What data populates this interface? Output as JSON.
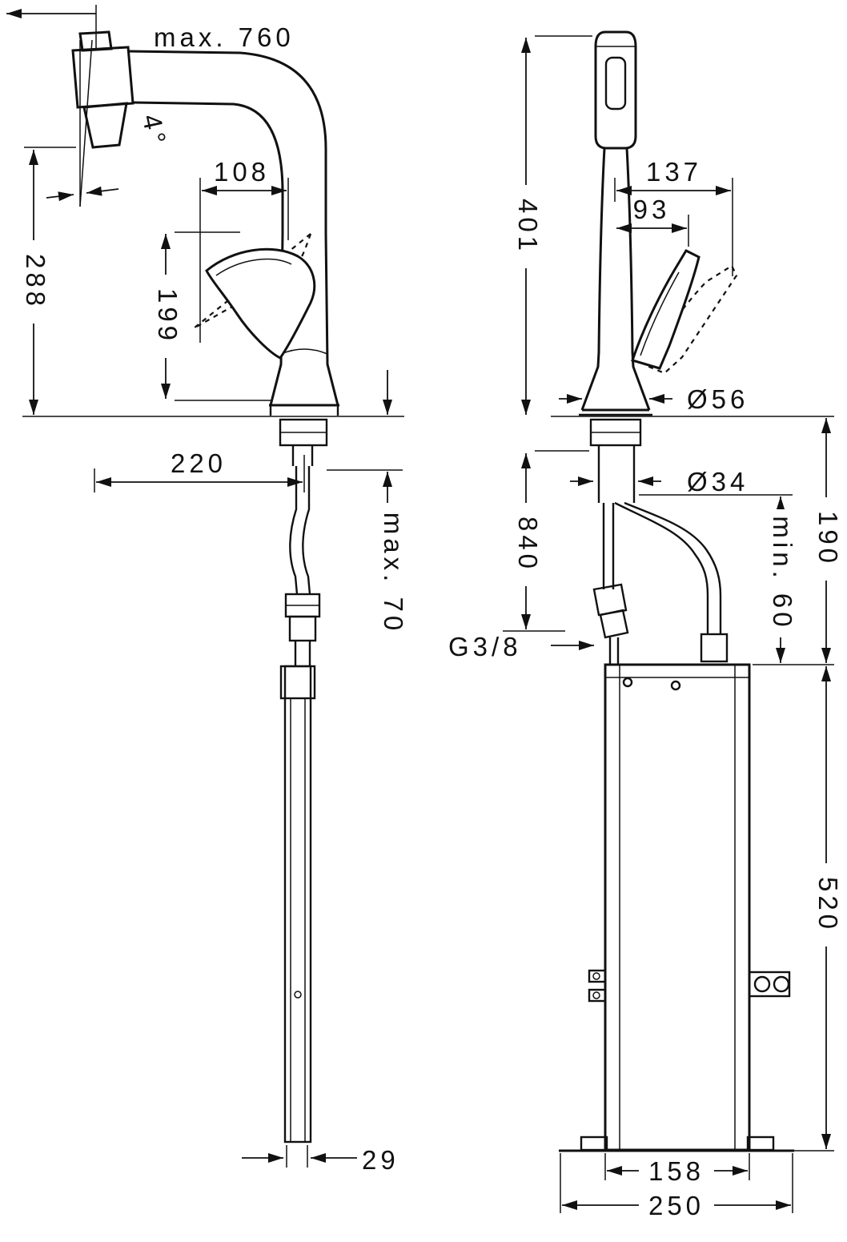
{
  "meta": {
    "description": "Two-view technical dimension drawing of a single-lever kitchen mixer tap with pull-out spout and under-counter mounting box",
    "line_color": "#111111",
    "background_color": "#ffffff"
  },
  "labels": {
    "max760": "max. 760",
    "angle4": "4°",
    "d288": "288",
    "d108": "108",
    "d199": "199",
    "d220": "220",
    "max70": "max. 70",
    "d29": "29",
    "d401": "401",
    "d137": "137",
    "d93": "93",
    "dia56": "Ø56",
    "dia34": "Ø34",
    "d840": "840",
    "d190": "190",
    "min60": "min. 60",
    "g38": "G3/8",
    "d520": "520",
    "d158": "158",
    "d250": "250"
  }
}
